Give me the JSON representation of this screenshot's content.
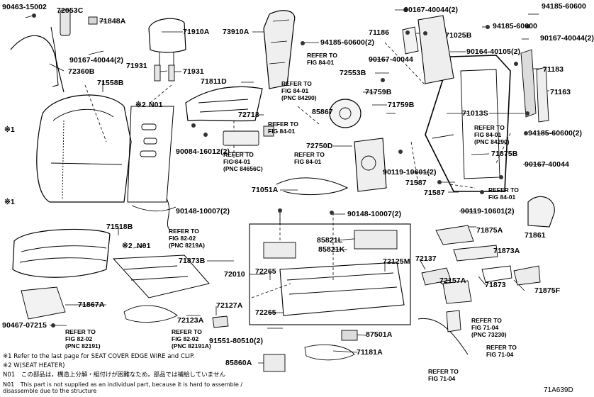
{
  "diagram_id": "71A639D",
  "part_labels": [
    {
      "id": "p1",
      "text": "90463-15002"
    },
    {
      "id": "p2",
      "text": "72053C"
    },
    {
      "id": "p3",
      "text": "71848A"
    },
    {
      "id": "p4",
      "text": "71910A"
    },
    {
      "id": "p5",
      "text": "73910A"
    },
    {
      "id": "p6",
      "text": "90167-40044(2)"
    },
    {
      "id": "p7",
      "text": "94185-60600"
    },
    {
      "id": "p8",
      "text": "90167-40044(2)"
    },
    {
      "id": "p9",
      "text": "71931"
    },
    {
      "id": "p10",
      "text": "71931"
    },
    {
      "id": "p11",
      "text": "72360B"
    },
    {
      "id": "p12",
      "text": "94185-60600(2)"
    },
    {
      "id": "p13",
      "text": "71186"
    },
    {
      "id": "p14",
      "text": "71025B"
    },
    {
      "id": "p15",
      "text": "94185-60600"
    },
    {
      "id": "p16",
      "text": "90167-40044(2)"
    },
    {
      "id": "p17",
      "text": "90167-40044"
    },
    {
      "id": "p18",
      "text": "90164-40105(2)"
    },
    {
      "id": "p19",
      "text": "72553B"
    },
    {
      "id": "p20",
      "text": "71183"
    },
    {
      "id": "p21",
      "text": "71163"
    },
    {
      "id": "p22",
      "text": "71558B"
    },
    {
      "id": "p23",
      "text": "N01"
    },
    {
      "id": "p24",
      "text": "71811D"
    },
    {
      "id": "p25",
      "text": "71759B"
    },
    {
      "id": "p26",
      "text": "85867"
    },
    {
      "id": "p27",
      "text": "71759B"
    },
    {
      "id": "p28",
      "text": "71013S"
    },
    {
      "id": "p29",
      "text": "72713"
    },
    {
      "id": "p30",
      "text": "94185-60600(2)"
    },
    {
      "id": "p31",
      "text": "90084-16012(2)"
    },
    {
      "id": "p32",
      "text": "72750D"
    },
    {
      "id": "p33",
      "text": "71875B"
    },
    {
      "id": "p34",
      "text": "90167-40044"
    },
    {
      "id": "p35",
      "text": "90119-10601(2)"
    },
    {
      "id": "p36",
      "text": "71587"
    },
    {
      "id": "p37",
      "text": "71587"
    },
    {
      "id": "p38",
      "text": "71051A"
    },
    {
      "id": "p39",
      "text": "90148-10007(2)"
    },
    {
      "id": "p40",
      "text": "90148-10007(2)"
    },
    {
      "id": "p41",
      "text": "90119-10601(2)"
    },
    {
      "id": "p42",
      "text": "71518B"
    },
    {
      "id": "p43",
      "text": "N01"
    },
    {
      "id": "p44",
      "text": "85821L"
    },
    {
      "id": "p45",
      "text": "85821K"
    },
    {
      "id": "p46",
      "text": "71875A"
    },
    {
      "id": "p47",
      "text": "71861"
    },
    {
      "id": "p48",
      "text": "71873B"
    },
    {
      "id": "p49",
      "text": "72010"
    },
    {
      "id": "p50",
      "text": "72265"
    },
    {
      "id": "p51",
      "text": "72137"
    },
    {
      "id": "p52",
      "text": "71873A"
    },
    {
      "id": "p53",
      "text": "72125M"
    },
    {
      "id": "p54",
      "text": "72157A"
    },
    {
      "id": "p55",
      "text": "71873"
    },
    {
      "id": "p56",
      "text": "71875F"
    },
    {
      "id": "p57",
      "text": "71867A"
    },
    {
      "id": "p58",
      "text": "72127A"
    },
    {
      "id": "p59",
      "text": "72123A"
    },
    {
      "id": "p60",
      "text": "72265"
    },
    {
      "id": "p61",
      "text": "90467-07215"
    },
    {
      "id": "p62",
      "text": "91551-80510(2)"
    },
    {
      "id": "p63",
      "text": "87501A"
    },
    {
      "id": "p64",
      "text": "71181A"
    },
    {
      "id": "p65",
      "text": "85860A"
    }
  ],
  "marker_labels": [
    {
      "id": "m1",
      "text": "※1"
    },
    {
      "id": "m2",
      "text": "※1"
    },
    {
      "id": "m3",
      "text": "※2"
    },
    {
      "id": "m4",
      "text": "※2"
    }
  ],
  "references": [
    {
      "id": "r1",
      "lines": [
        "REFER TO",
        "FIG 84-01"
      ]
    },
    {
      "id": "r2",
      "lines": [
        "REFER TO",
        "FIG 84-01",
        "(PNC 84290)"
      ]
    },
    {
      "id": "r3",
      "lines": [
        "REFER TO",
        "FIG 84-01"
      ]
    },
    {
      "id": "r4",
      "lines": [
        "REFER TO",
        "FIG 84-01"
      ]
    },
    {
      "id": "r5",
      "lines": [
        "REFER TO",
        "FIG 84-01",
        "(PNC 84656C)"
      ]
    },
    {
      "id": "r6",
      "lines": [
        "REFER TO",
        "FIG 84-01",
        "(PNC 84290)"
      ]
    },
    {
      "id": "r7",
      "lines": [
        "REFER TO",
        "FIG 84-01"
      ]
    },
    {
      "id": "r8",
      "lines": [
        "REFER TO",
        "FIG 82-02",
        "(PNC 8219A)"
      ]
    },
    {
      "id": "r9",
      "lines": [
        "REFER TO",
        "FIG 82-02",
        "(PNC 82191)"
      ]
    },
    {
      "id": "r10",
      "lines": [
        "REFER TO",
        "FIG 82-02",
        "(PNC 82191A)"
      ]
    },
    {
      "id": "r11",
      "lines": [
        "REFER TO",
        "FIG 71-04",
        "(PNC 73230)"
      ]
    },
    {
      "id": "r12",
      "lines": [
        "REFER TO",
        "FIG 71-04"
      ]
    },
    {
      "id": "r13",
      "lines": [
        "REFER TO",
        "FIG 71-04"
      ]
    }
  ],
  "notes": [
    {
      "key": "※1",
      "text": "Refer to the last page for SEAT COVER EDGE WIRE and CLIP."
    },
    {
      "key": "※2",
      "text": "W(SEAT HEATER)"
    },
    {
      "key": "N01",
      "text": "この部品は，構造上分解・組付けが困難なため，部品では補給していません"
    },
    {
      "key": "N01",
      "text": "This part is not supplied as an individual part, because it is hard to assemble / disassemble due to the structure"
    }
  ]
}
